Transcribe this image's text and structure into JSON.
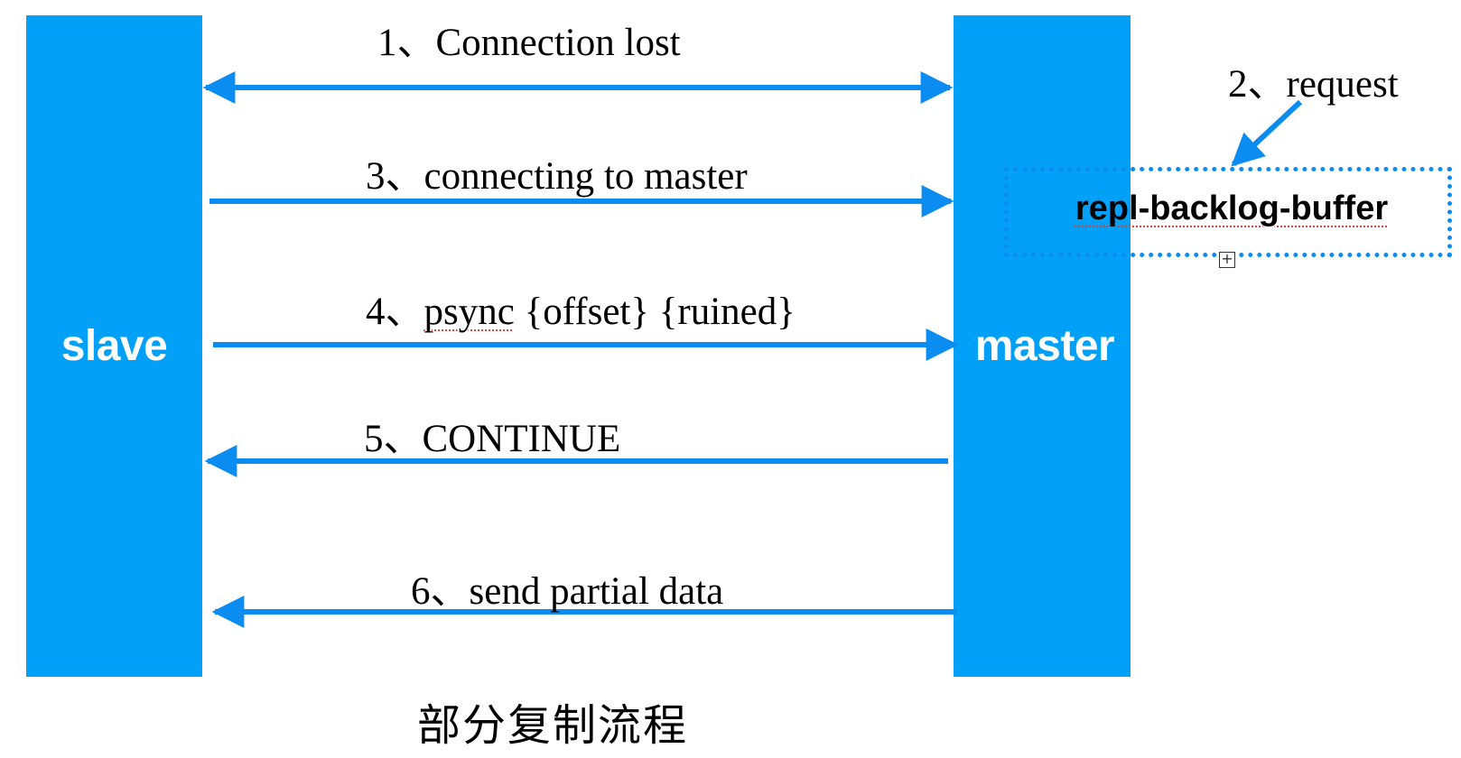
{
  "colors": {
    "bar": "#03a0f7",
    "arrow": "#0b8cf0",
    "accent": "#0b8cf0"
  },
  "nodes": {
    "slave": "slave",
    "master": "master"
  },
  "messages": [
    {
      "num": "1、",
      "text": "Connection lost",
      "direction": "both"
    },
    {
      "num": "2、",
      "text": "request",
      "direction": "to-buffer"
    },
    {
      "num": "3、",
      "text": "connecting to master",
      "direction": "to-master"
    },
    {
      "num": "4、",
      "text_parts": [
        "psync",
        " {offset} {ruined}"
      ],
      "direction": "to-master"
    },
    {
      "num": "5、",
      "text": "CONTINUE",
      "direction": "to-slave"
    },
    {
      "num": "6、",
      "text": "send partial data",
      "direction": "to-slave"
    }
  ],
  "buffer": {
    "label": "repl-backlog-buffer",
    "handle_icon": "plus-box-icon",
    "handle_glyph": "+"
  },
  "caption": "部分复制流程"
}
